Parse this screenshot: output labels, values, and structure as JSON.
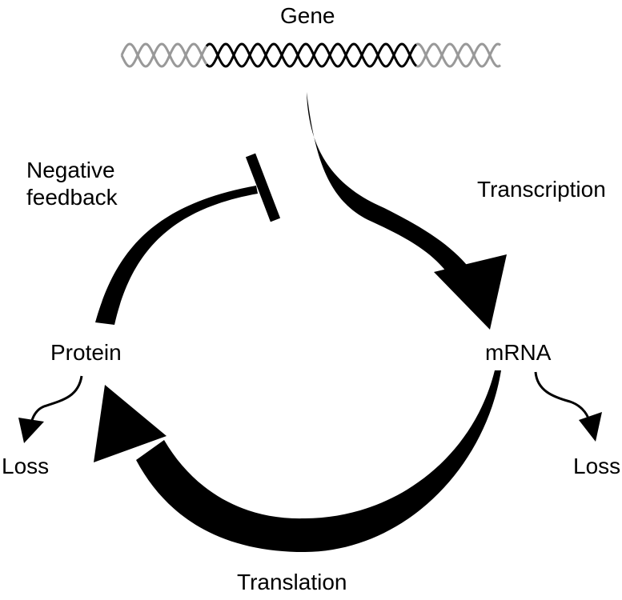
{
  "labels": {
    "gene": "Gene",
    "negative_feedback_line1": "Negative",
    "negative_feedback_line2": "feedback",
    "transcription": "Transcription",
    "protein": "Protein",
    "mrna": "mRNA",
    "loss_left": "Loss",
    "loss_right": "Loss",
    "translation": "Translation"
  },
  "colors": {
    "arrows": "#000000",
    "gene_core_strand": "#000000",
    "gene_flank_strand": "#999999"
  }
}
